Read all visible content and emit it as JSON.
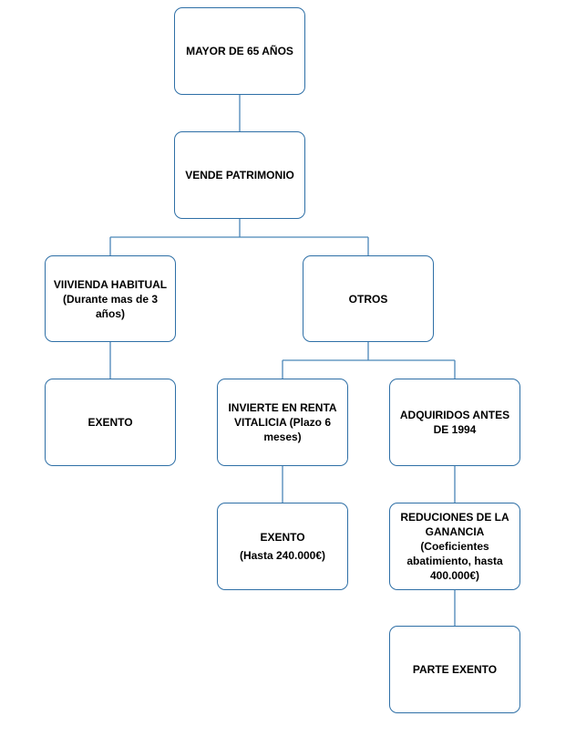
{
  "diagram": {
    "nodes": {
      "mayor": {
        "text": "MAYOR DE 65 AÑOS"
      },
      "vende": {
        "text": "VENDE PATRIMONIO"
      },
      "vivienda": {
        "text": "VIIVIENDA HABITUAL (Durante mas de 3 años)"
      },
      "otros": {
        "text": "OTROS"
      },
      "exento1": {
        "text": "EXENTO"
      },
      "renta": {
        "text": "INVIERTE EN RENTA VITALICIA (Plazo 6 meses)"
      },
      "adquiridos": {
        "text": "ADQUIRIDOS ANTES DE 1994"
      },
      "exento2": {
        "text": "EXENTO",
        "sub": "(Hasta 240.000€)"
      },
      "reduciones": {
        "text": "REDUCIONES DE LA GANANCIA (Coeficientes abatimiento, hasta 400.000€)"
      },
      "parte": {
        "text": "PARTE EXENTO"
      }
    },
    "edges": [
      {
        "from": "MAYOR DE 65 AÑOS",
        "to": "VENDE PATRIMONIO"
      },
      {
        "from": "VENDE PATRIMONIO",
        "to": "VIIVIENDA HABITUAL (Durante mas de 3 años)"
      },
      {
        "from": "VENDE PATRIMONIO",
        "to": "OTROS"
      },
      {
        "from": "VIIVIENDA HABITUAL (Durante mas de 3 años)",
        "to": "EXENTO"
      },
      {
        "from": "OTROS",
        "to": "INVIERTE EN RENTA VITALICIA (Plazo 6 meses)"
      },
      {
        "from": "OTROS",
        "to": "ADQUIRIDOS ANTES DE 1994"
      },
      {
        "from": "INVIERTE EN RENTA VITALICIA (Plazo 6 meses)",
        "to": "EXENTO (Hasta 240.000€)"
      },
      {
        "from": "ADQUIRIDOS ANTES DE 1994",
        "to": "REDUCIONES DE LA GANANCIA (Coeficientes abatimiento, hasta 400.000€)"
      },
      {
        "from": "REDUCIONES DE LA GANANCIA (Coeficientes abatimiento, hasta 400.000€)",
        "to": "PARTE EXENTO"
      }
    ],
    "colors": {
      "box_border": "#2e6fa6",
      "connector": "#4a86b8",
      "text": "#000000",
      "background": "#ffffff"
    }
  }
}
